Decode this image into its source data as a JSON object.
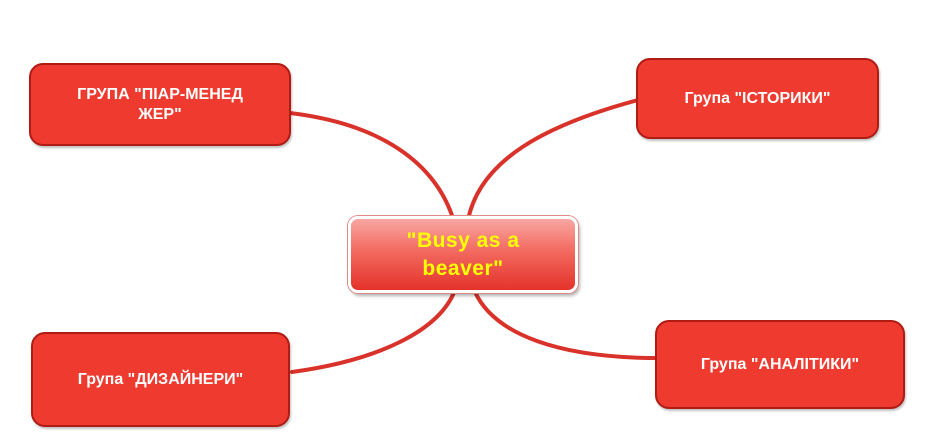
{
  "diagram": {
    "center": {
      "label": "\"Busy as a beaver\""
    },
    "nodes": {
      "top_left": {
        "label": "ГРУПА \"ПІАР-МЕНЕД ЖЕР\""
      },
      "top_right": {
        "label": "Група \"ІСТОРИКИ\""
      },
      "bottom_left": {
        "label": "Група \"ДИЗАЙНЕРИ\""
      },
      "bottom_right": {
        "label": "Група \"АНАЛІТИКИ\""
      }
    },
    "colors": {
      "node_fill": "#ef3a2f",
      "node_border": "#b01c14",
      "connector": "#d8322a",
      "center_text": "#ffff00",
      "node_text": "#ffffff"
    }
  }
}
